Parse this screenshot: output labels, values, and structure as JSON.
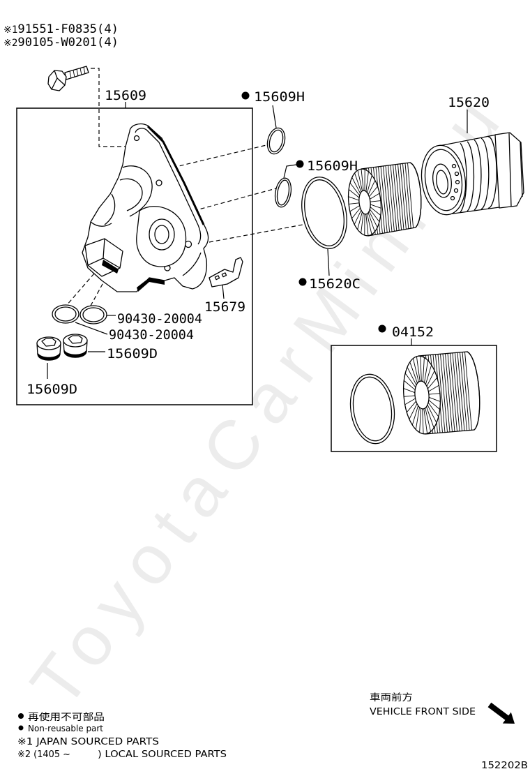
{
  "watermark": "ToyotaCarMini.ru",
  "bolt": {
    "callouts": [
      {
        "marker": "※1",
        "part_number": "91551-F0835(4)"
      },
      {
        "marker": "※2",
        "part_number": "90105-W0201(4)"
      }
    ]
  },
  "parts": {
    "housing": {
      "number": "15609",
      "non_reusable": false
    },
    "oring_upper": {
      "number": "15609H",
      "non_reusable": true
    },
    "oring_lower": {
      "number": "15609H",
      "non_reusable": true
    },
    "cap": {
      "number": "15620",
      "non_reusable": false
    },
    "cap_oring": {
      "number": "15620C",
      "non_reusable": true
    },
    "clip": {
      "number": "15679",
      "non_reusable": false
    },
    "gasket_a": {
      "number": "90430-20004",
      "non_reusable": false
    },
    "gasket_b": {
      "number": "90430-20004",
      "non_reusable": false
    },
    "plug_a": {
      "number": "15609D",
      "non_reusable": false
    },
    "plug_b": {
      "number": "15609D",
      "non_reusable": false
    },
    "element_kit": {
      "number": "04152",
      "non_reusable": true
    }
  },
  "legend": {
    "non_reusable_jp": "再使用不可部品",
    "non_reusable_en": "Non-reusable part",
    "note_1": "※1 JAPAN SOURCED PARTS",
    "note_2_start": "※2 (1405 ~",
    "note_2_end": ") LOCAL SOURCED PARTS"
  },
  "orientation": {
    "label_jp": "車両前方",
    "label_en": "VEHICLE FRONT SIDE",
    "arrow_icon": "arrow-down-right-icon"
  },
  "figure_code": "152202B"
}
